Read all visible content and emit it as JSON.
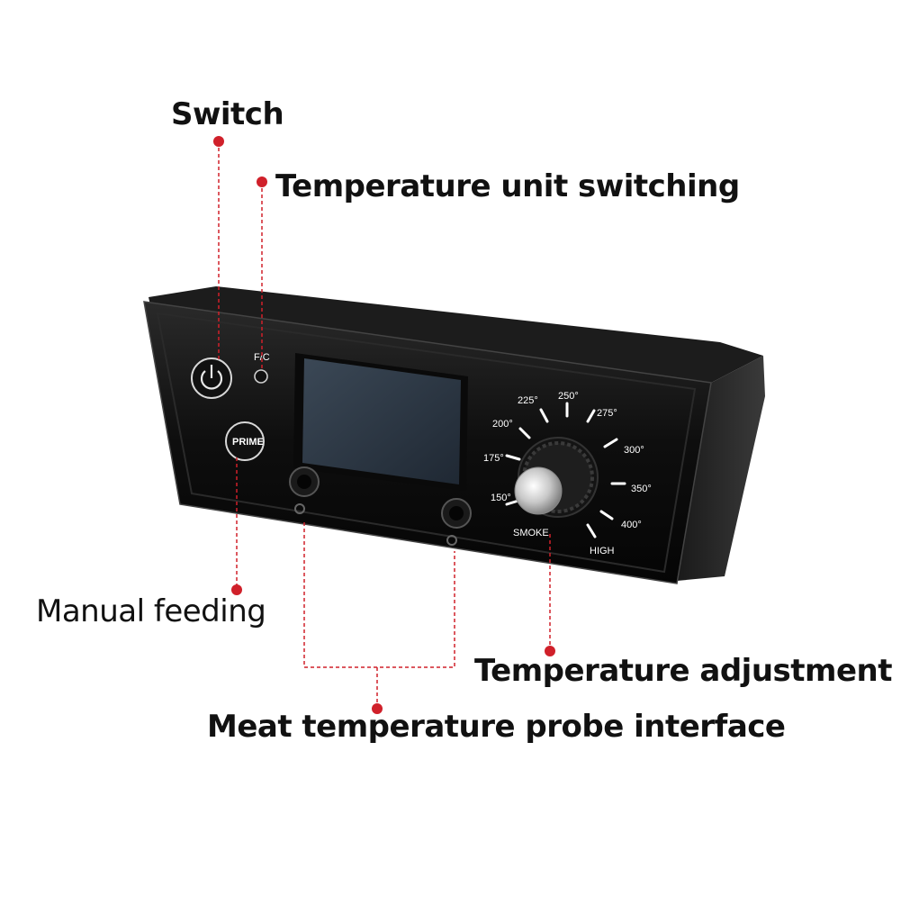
{
  "labels": {
    "switch": "Switch",
    "unit_switching": "Temperature unit switching",
    "manual_feeding": "Manual feeding",
    "temp_adjustment": "Temperature adjustment",
    "probe_interface": "Meat temperature probe interface"
  },
  "device": {
    "unit_toggle_label": "F/C",
    "prime_label": "PRIME",
    "dial_marks": [
      "150°",
      "175°",
      "200°",
      "225°",
      "250°",
      "275°",
      "300°",
      "350°",
      "400°"
    ],
    "dial_smoke": "SMOKE",
    "dial_high": "HIGH"
  },
  "colors": {
    "callout_line": "#d0202a",
    "panel": "#0b0b0b",
    "screen": "#2d3a47"
  }
}
